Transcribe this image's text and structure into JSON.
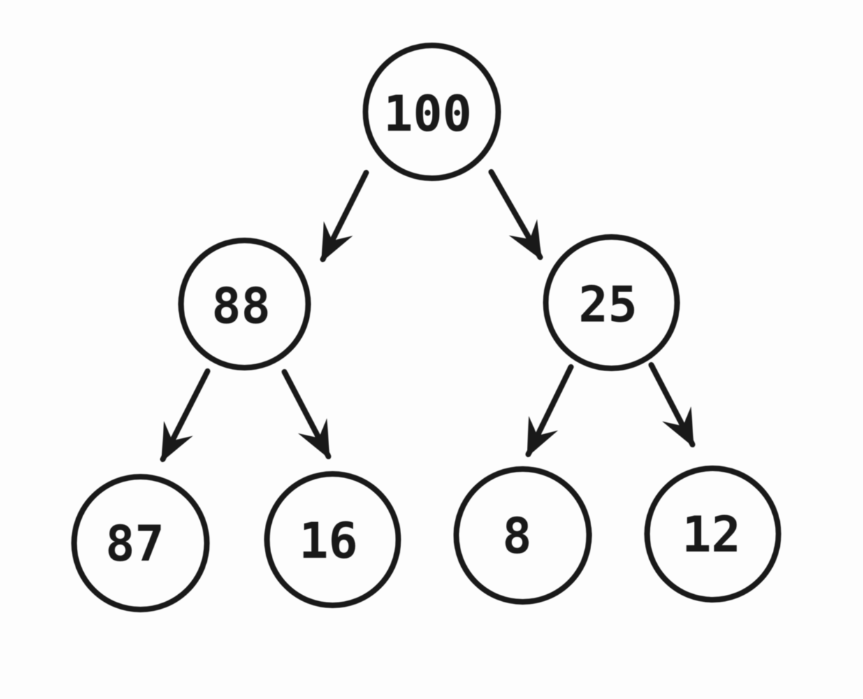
{
  "diagram": {
    "type": "binary-tree",
    "nodes": [
      {
        "id": "root",
        "value": "100",
        "level": 0
      },
      {
        "id": "left",
        "value": "88",
        "level": 1
      },
      {
        "id": "right",
        "value": "25",
        "level": 1
      },
      {
        "id": "left-left",
        "value": "87",
        "level": 2
      },
      {
        "id": "left-right",
        "value": "16",
        "level": 2
      },
      {
        "id": "right-left",
        "value": "8",
        "level": 2
      },
      {
        "id": "right-right",
        "value": "12",
        "level": 2
      }
    ],
    "edges": [
      {
        "from": "100",
        "to": "88"
      },
      {
        "from": "100",
        "to": "25"
      },
      {
        "from": "88",
        "to": "87"
      },
      {
        "from": "88",
        "to": "16"
      },
      {
        "from": "25",
        "to": "8"
      },
      {
        "from": "25",
        "to": "12"
      }
    ],
    "colors": {
      "ink": "#191919",
      "paper": "#fdfdfd"
    }
  }
}
